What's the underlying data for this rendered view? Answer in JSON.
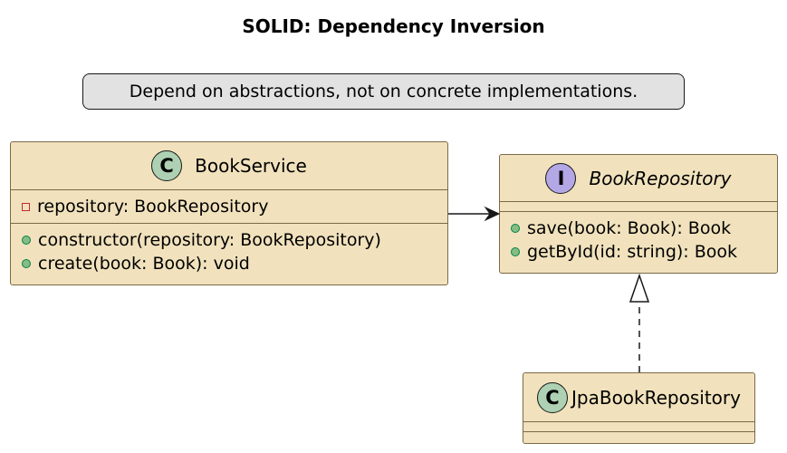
{
  "diagram": {
    "title": "SOLID: Dependency Inversion",
    "note": "Depend on abstractions, not on concrete implementations."
  },
  "classes": {
    "book_service": {
      "stereotype": "C",
      "name": "BookService",
      "attributes": [
        {
          "visibility": "private",
          "text": "repository: BookRepository"
        }
      ],
      "methods": [
        {
          "visibility": "public",
          "text": "constructor(repository: BookRepository)"
        },
        {
          "visibility": "public",
          "text": "create(book: Book): void"
        }
      ]
    },
    "book_repository": {
      "stereotype": "I",
      "name": "BookRepository",
      "methods": [
        {
          "visibility": "public",
          "text": "save(book: Book): Book"
        },
        {
          "visibility": "public",
          "text": "getById(id: string): Book"
        }
      ]
    },
    "jpa_book_repository": {
      "stereotype": "C",
      "name": "JpaBookRepository"
    }
  },
  "relations": [
    {
      "from": "BookService",
      "to": "BookRepository",
      "kind": "association"
    },
    {
      "from": "JpaBookRepository",
      "to": "BookRepository",
      "kind": "realization"
    }
  ],
  "colors": {
    "class_fill": "#f1e2bd",
    "class_border": "#7a6a48",
    "note_fill": "#e2e2e2",
    "class_stereotype_fill": "#add1b2",
    "interface_stereotype_fill": "#b4a7e5",
    "private_marker": "#c82930",
    "public_marker": "#84be84"
  }
}
